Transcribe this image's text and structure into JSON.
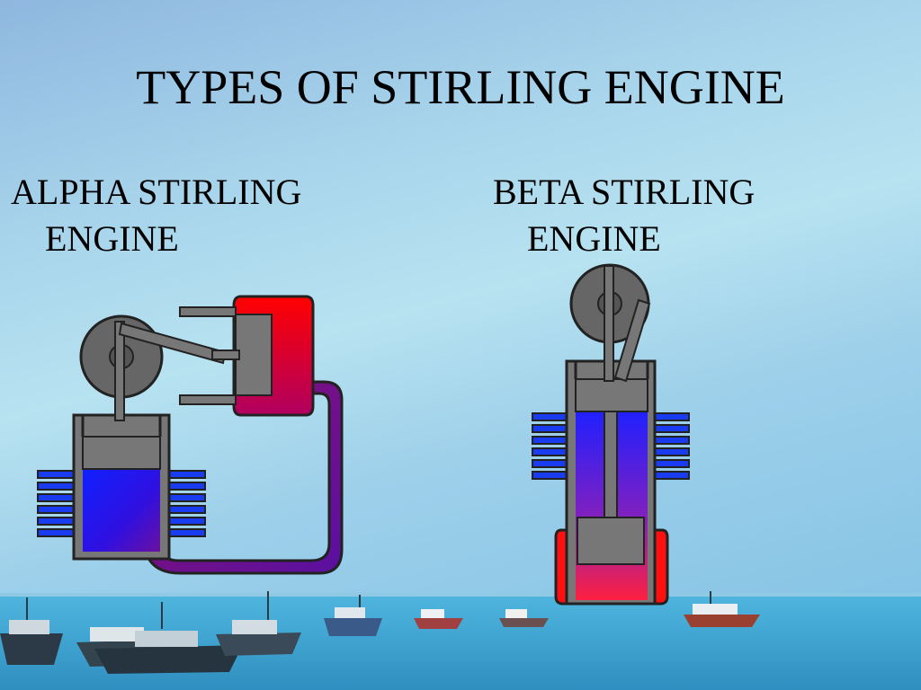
{
  "slide": {
    "title": "TYPES OF STIRLING ENGINE",
    "alpha": {
      "line1": "ALPHA STIRLING",
      "line2": "ENGINE"
    },
    "beta": {
      "line1": "BETA STIRLING",
      "line2": "ENGINE"
    }
  },
  "colors": {
    "hot": "#ff1010",
    "cold": "#1020ff",
    "metal": "#777777",
    "outline": "#222222",
    "fins": "#1a3cf0",
    "sea": "#3aa7d6"
  }
}
